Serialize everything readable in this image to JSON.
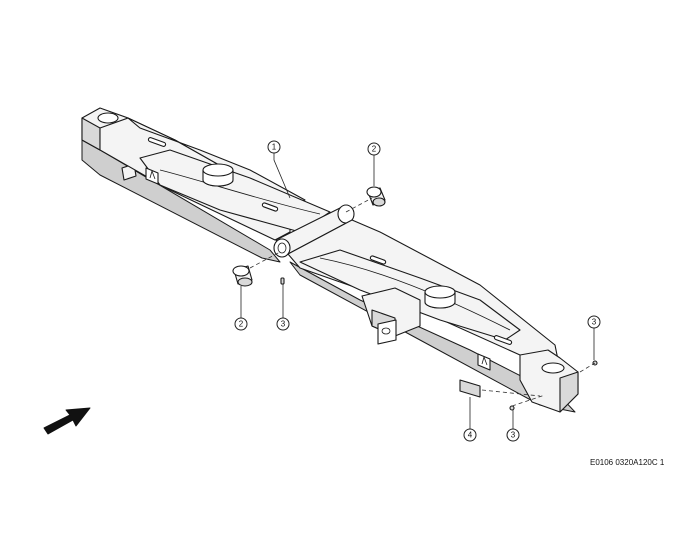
{
  "callouts": [
    {
      "id": "c1",
      "label": "1"
    },
    {
      "id": "c2a",
      "label": "2"
    },
    {
      "id": "c2b",
      "label": "2"
    },
    {
      "id": "c3a",
      "label": "3"
    },
    {
      "id": "c3b",
      "label": "3"
    },
    {
      "id": "c3c",
      "label": "3"
    },
    {
      "id": "c4",
      "label": "4"
    }
  ],
  "drawing_code": "E0106 0320A120C 1"
}
